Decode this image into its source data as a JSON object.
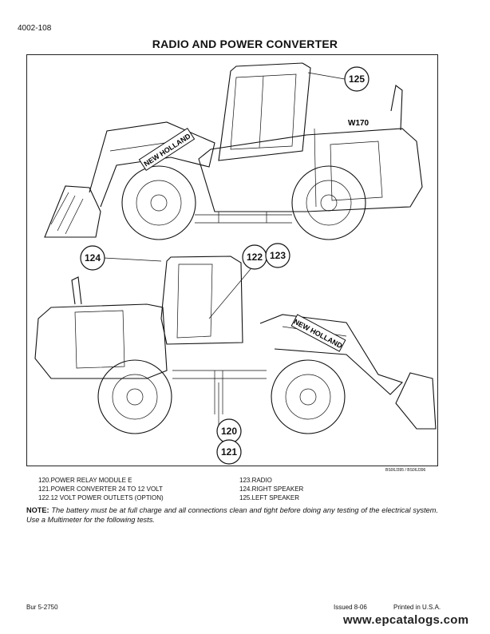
{
  "header": {
    "page_number": "4002-108",
    "title": "RADIO AND POWER CONVERTER"
  },
  "figure": {
    "reference": "BS06J395 / BS06J396",
    "callouts": [
      "125",
      "124",
      "122",
      "123",
      "120",
      "121"
    ],
    "decals": {
      "brand_top": "NEW HOLLAND",
      "model_top": "W170",
      "brand_bottom": "NEW HOLLAND"
    }
  },
  "legend": {
    "left": [
      "120.POWER RELAY MODULE E",
      "121.POWER CONVERTER 24 TO 12 VOLT",
      "122.12 VOLT POWER OUTLETS (OPTION)"
    ],
    "right": [
      "123.RADIO",
      "124.RIGHT SPEAKER",
      "125.LEFT SPEAKER"
    ]
  },
  "note": {
    "label": "NOTE:",
    "text": "The battery must be at full charge and all connections clean and tight before doing any testing of the electrical system. Use a Multimeter for the following tests."
  },
  "footer": {
    "doc": "Bur 5-2750",
    "issued": "Issued  8-06",
    "printed": "Printed in U.S.A.",
    "watermark": "www.epcatalogs.com"
  }
}
